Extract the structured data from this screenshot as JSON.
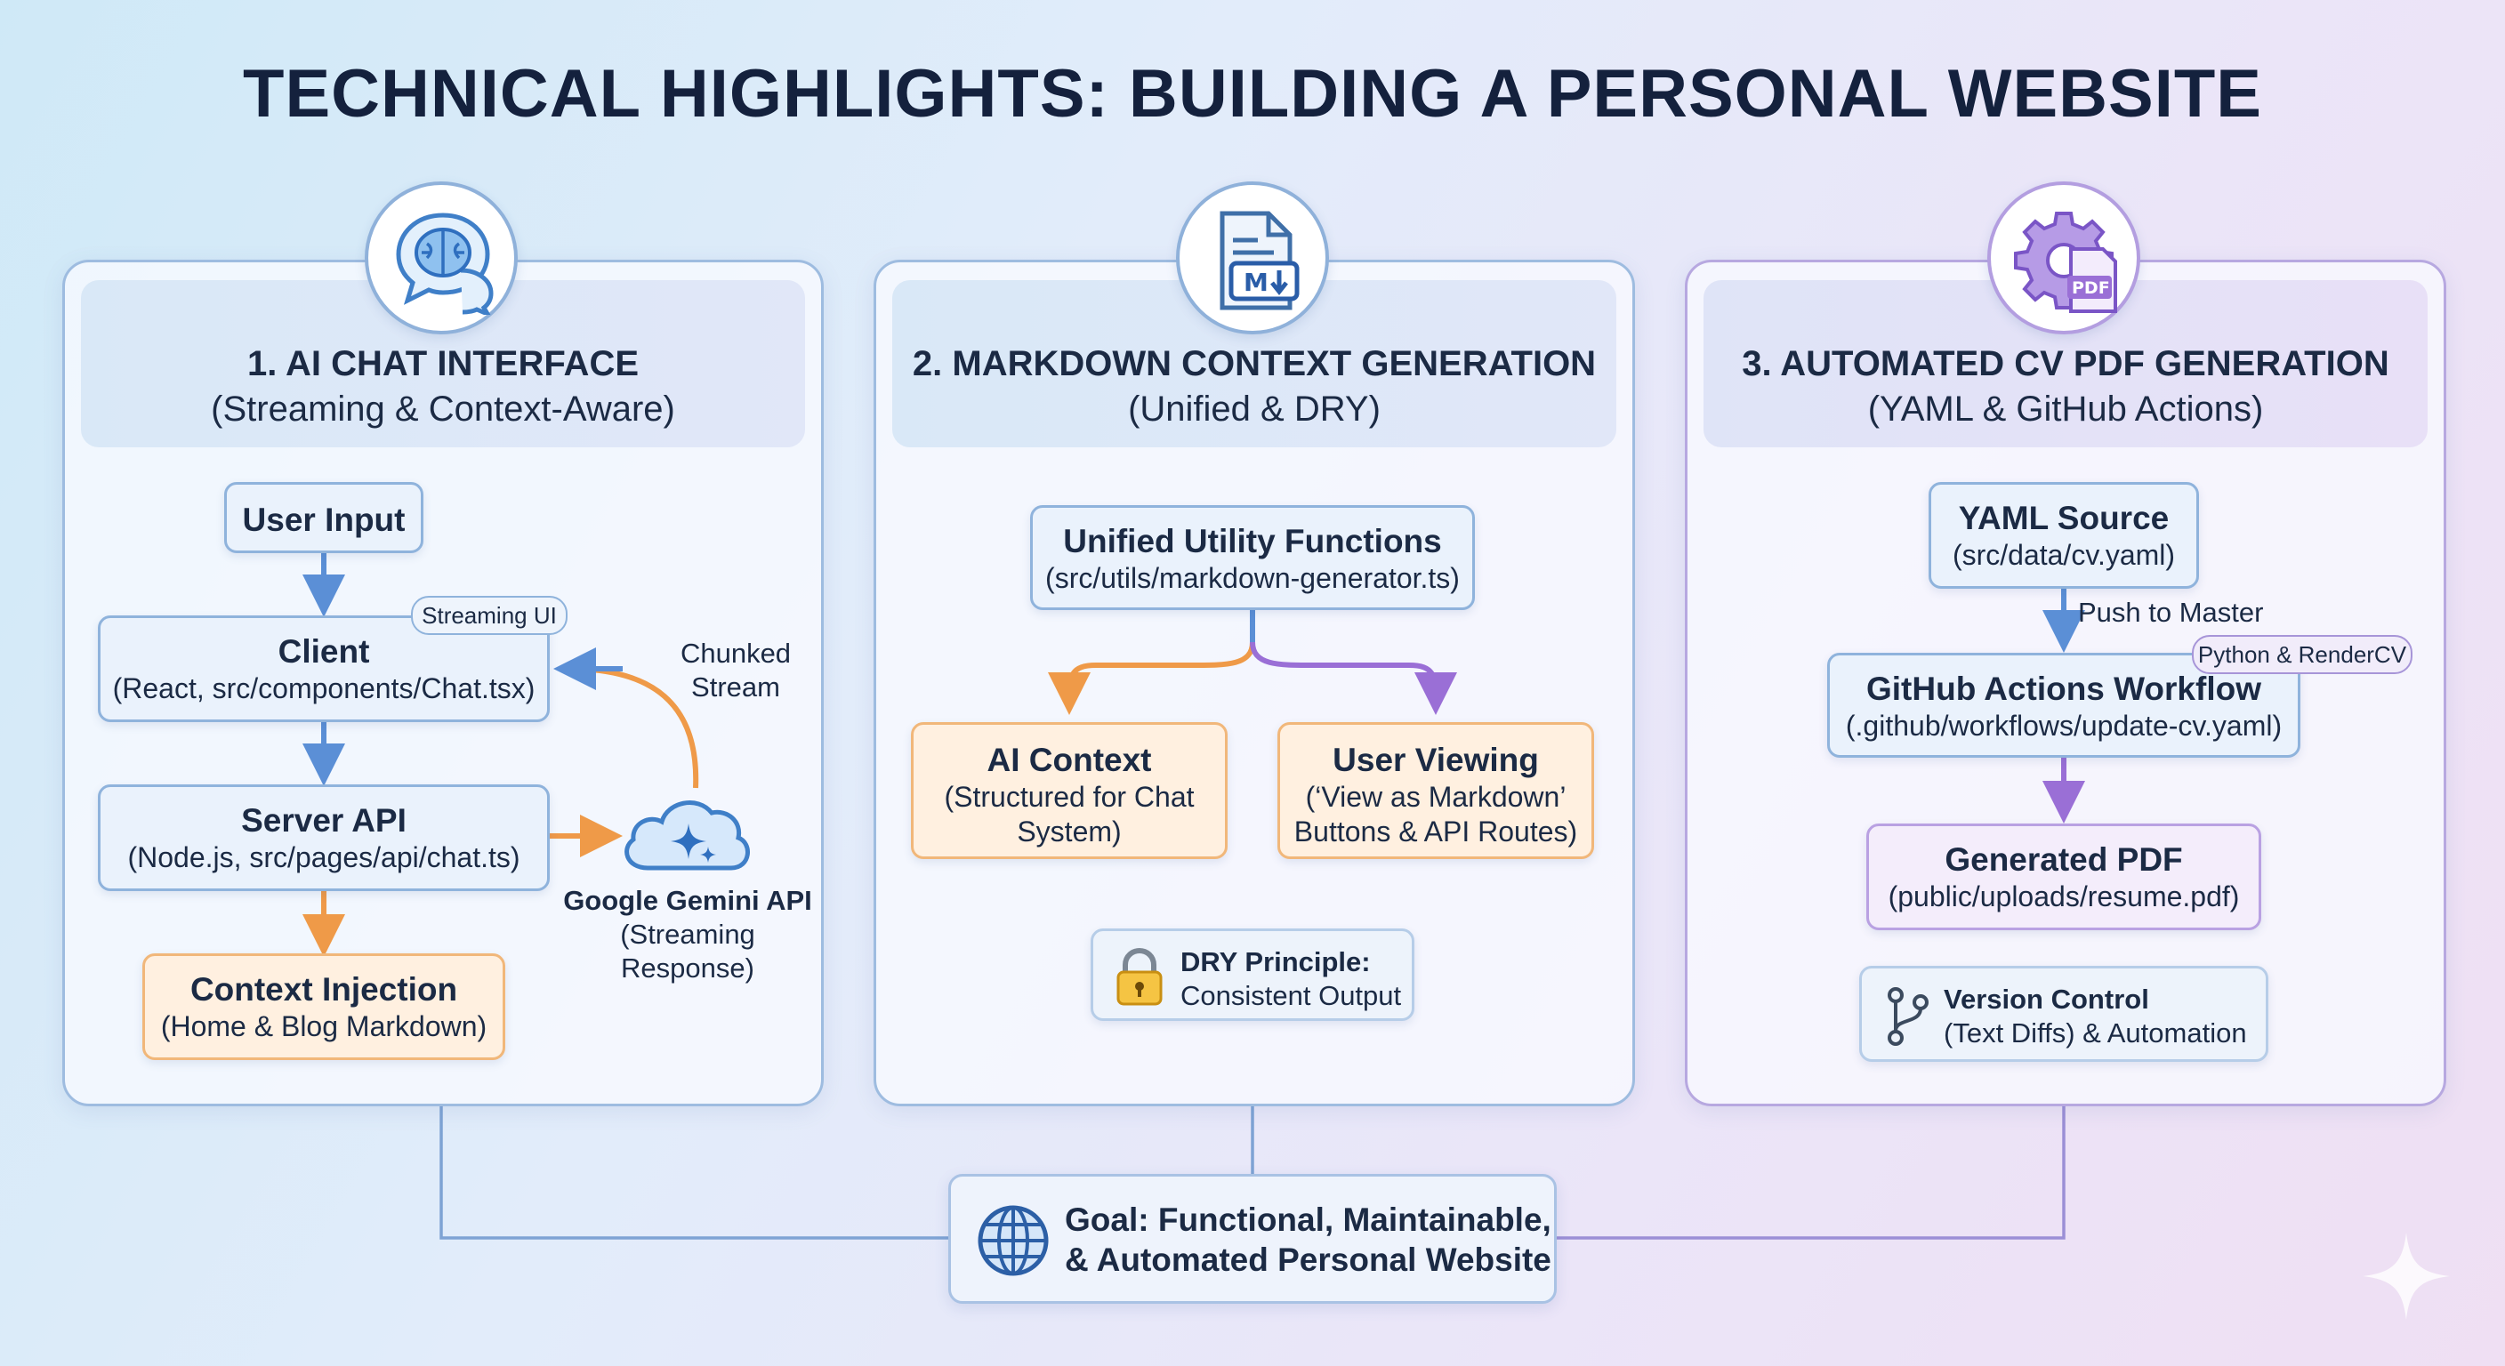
{
  "title": "TECHNICAL HIGHLIGHTS: BUILDING A PERSONAL WEBSITE",
  "panels": [
    {
      "title": "1. AI CHAT INTERFACE",
      "subtitle": "(Streaming & Context-Aware)",
      "icon": "brain-chat-icon",
      "user_input": "User Input",
      "streaming_badge": "Streaming UI",
      "client_title": "Client",
      "client_sub": "(React, src/components/Chat.tsx)",
      "server_title": "Server API",
      "server_sub": "(Node.js, src/pages/api/chat.ts)",
      "context_title": "Context Injection",
      "context_sub": "(Home & Blog Markdown)",
      "chunked_label_1": "Chunked",
      "chunked_label_2": "Stream",
      "gemini_title": "Google Gemini API",
      "gemini_sub_1": "(Streaming",
      "gemini_sub_2": "Response)"
    },
    {
      "title": "2. MARKDOWN CONTEXT GENERATION",
      "subtitle": "(Unified & DRY)",
      "icon": "markdown-file-icon",
      "utility_title": "Unified Utility Functions",
      "utility_sub": "(src/utils/markdown-generator.ts)",
      "ai_title": "AI Context",
      "ai_sub_1": "(Structured for Chat",
      "ai_sub_2": "System)",
      "viewing_title": "User Viewing",
      "viewing_sub_1": "(‘View as Markdown’",
      "viewing_sub_2": "Buttons & API Routes)",
      "dry_title": "DRY Principle:",
      "dry_sub": "Consistent Output"
    },
    {
      "title": "3. AUTOMATED CV PDF GENERATION",
      "subtitle": "(YAML & GitHub Actions)",
      "icon": "gear-pdf-icon",
      "pdf_icon_label": "PDF",
      "yaml_title": "YAML Source",
      "yaml_sub": "(src/data/cv.yaml)",
      "push_label": "Push to Master",
      "python_badge": "Python & RenderCV",
      "workflow_title": "GitHub Actions Workflow",
      "workflow_sub": "(.github/workflows/update-cv.yaml)",
      "pdf_title": "Generated PDF",
      "pdf_sub": "(public/uploads/resume.pdf)",
      "version_title": "Version Control",
      "version_sub": "(Text Diffs) & Automation"
    }
  ],
  "goal": {
    "line_1": "Goal: Functional, Maintainable,",
    "line_2": "& Automated Personal Website"
  },
  "colors": {
    "blue_arrow": "#5b8fd6",
    "orange_arrow": "#ef9a48",
    "purple_arrow": "#9a6fd6",
    "navy_text": "#14213d"
  }
}
